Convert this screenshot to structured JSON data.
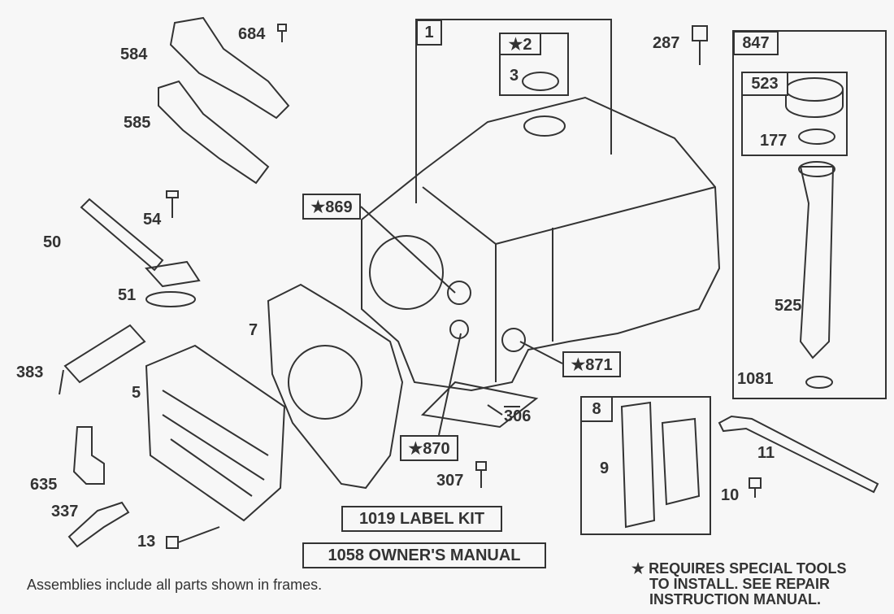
{
  "parts": {
    "p684": "684",
    "p584": "584",
    "p585": "585",
    "p54": "54",
    "p50": "50",
    "p51": "51",
    "p7": "7",
    "p383": "383",
    "p5": "5",
    "p635": "635",
    "p337": "337",
    "p13": "13",
    "p307": "307",
    "p306": "306",
    "p287": "287",
    "p11": "11",
    "p10": "10",
    "p9": "9",
    "p525": "525",
    "p1081": "1081",
    "p177": "177",
    "p3": "3"
  },
  "frames": {
    "f1": "1",
    "f2": "★2",
    "f847": "847",
    "f523": "523",
    "f8": "8"
  },
  "callouts": {
    "c869": "★869",
    "c871": "★871",
    "c870": "★870",
    "label_kit": "1019 LABEL KIT",
    "owners_manual": "1058 OWNER'S MANUAL"
  },
  "notes": {
    "special_tools": [
      "★ REQUIRES SPECIAL TOOLS",
      "TO INSTALL.  SEE REPAIR",
      "INSTRUCTION MANUAL."
    ],
    "assemblies": "Assemblies include all parts shown in frames."
  }
}
